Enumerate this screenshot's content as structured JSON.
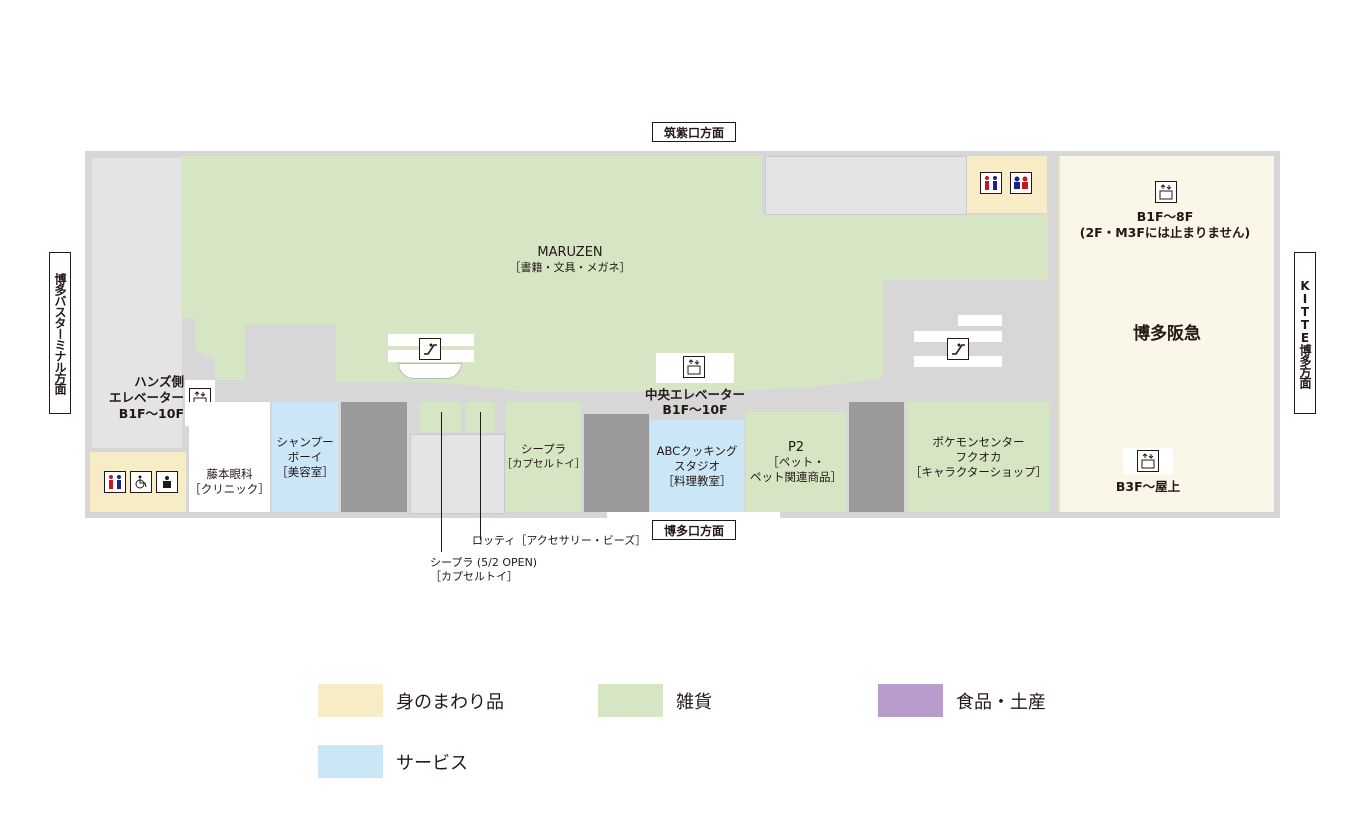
{
  "directions": {
    "north": "筑紫口方面",
    "south": "博多口方面",
    "west": "博多バスターミナル方面",
    "east": "KITTE博多方面"
  },
  "stores": {
    "maruzen": {
      "name": "MARUZEN",
      "sub": "［書籍・文具・メガネ］"
    },
    "fujimoto": {
      "name": "藤本眼科",
      "sub": "［クリニック］"
    },
    "shampoo": {
      "name": "シャンプー\nボーイ",
      "sub": "［美容室］"
    },
    "seapla1": {
      "name": "シープラ",
      "sub": "［カプセルトイ］"
    },
    "abc": {
      "name": "ABCクッキング\nスタジオ",
      "sub": "［料理教室］"
    },
    "p2": {
      "name": "P2",
      "sub": "［ペット・\nペット関連商品］"
    },
    "pokemon": {
      "name": "ポケモンセンター\nフクオカ",
      "sub": "［キャラクターショップ］"
    },
    "hakata_hankyu": {
      "name": "博多阪急"
    }
  },
  "elevators": {
    "hands": "ハンズ側\nエレベーター\nB1F〜10F",
    "central": "中央エレベーター\nB1F〜10F",
    "hankyu_upper": "B1F〜8F\n(2F・M3Fには止まりません)",
    "hankyu_lower": "B3F〜屋上"
  },
  "callouts": {
    "lotty": "ロッティ［アクセサリー・ビーズ］",
    "seapla2": "シープラ (5/2 OPEN)\n［カプセルトイ］"
  },
  "legend": [
    {
      "label": "身のまわり品",
      "color": "#f7ecc6"
    },
    {
      "label": "雑貨",
      "color": "#d6e6c4"
    },
    {
      "label": "食品・土産",
      "color": "#b79ccc"
    },
    {
      "label": "サービス",
      "color": "#cbe6f7"
    }
  ],
  "icons": [
    "restroom-icon",
    "family-restroom-icon",
    "wheelchair-icon",
    "nursing-room-icon",
    "elevator-icon",
    "escalator-icon"
  ]
}
